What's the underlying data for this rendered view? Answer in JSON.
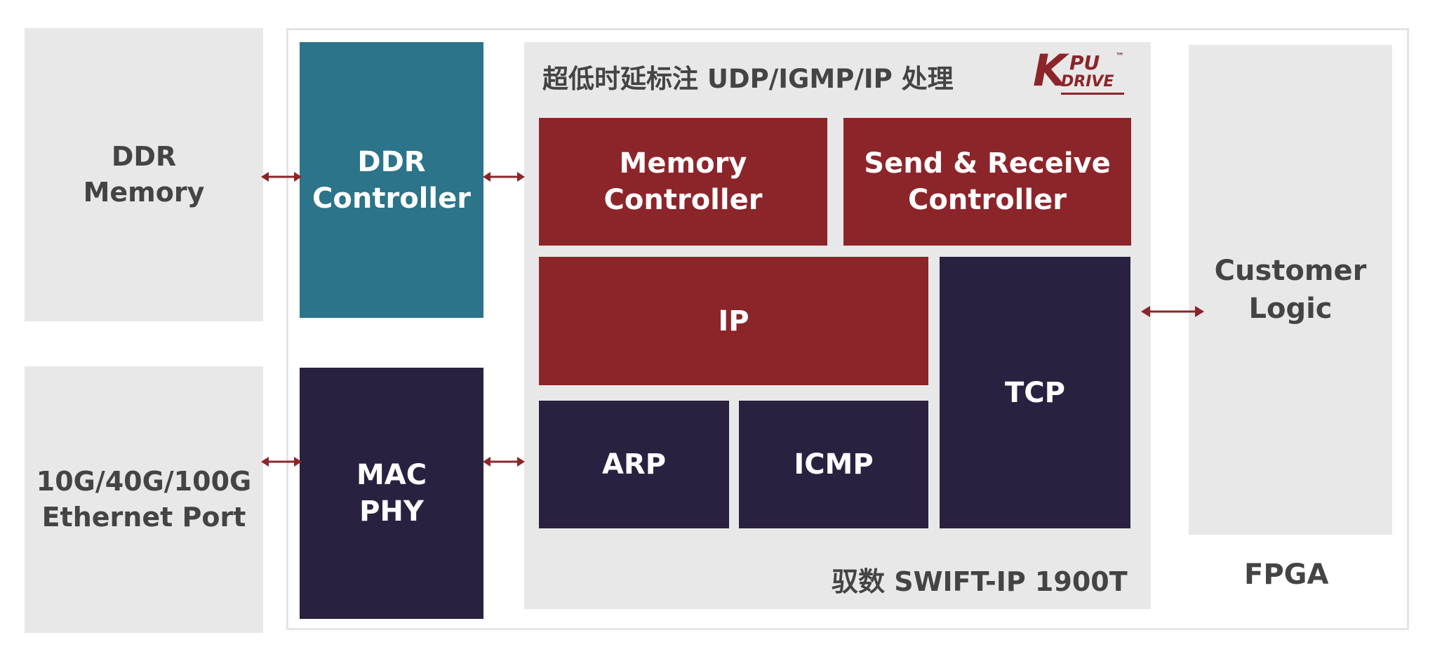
{
  "external": {
    "ddr_memory": "DDR\nMemory",
    "ethernet_port": "10G/40G/100G\nEthernet Port"
  },
  "fpga": {
    "label": "FPGA",
    "ddr_controller": "DDR\nController",
    "mac_phy": "MAC\nPHY",
    "customer_logic": "Customer\nLogic"
  },
  "core": {
    "title": "超低时延标注 UDP/IGMP/IP 处理",
    "footer": "驭数 SWIFT-IP 1900T",
    "logo": {
      "k": "K",
      "pu": "PU",
      "tm": "™",
      "drive": "DRIVE"
    },
    "blocks": {
      "memory_controller": "Memory Controller",
      "send_receive_controller": "Send & Receive\nController",
      "ip": "IP",
      "tcp": "TCP",
      "arp": "ARP",
      "icmp": "ICMP"
    }
  },
  "colors": {
    "teal": "#2b7489",
    "red": "#8c252a",
    "navy": "#2a2040",
    "gray": "#e8e8e8",
    "arrow": "#8c252a"
  }
}
